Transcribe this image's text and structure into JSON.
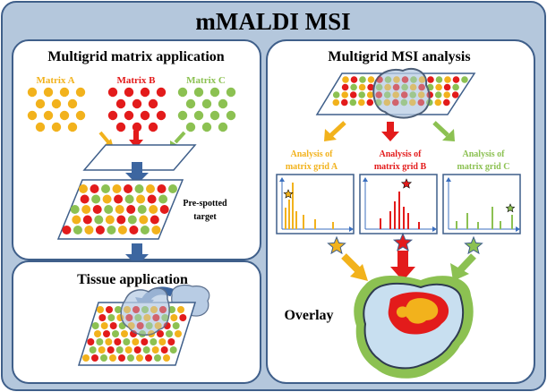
{
  "title": "mMALDI MSI",
  "panels": {
    "matrix_application": {
      "title": "Multigrid matrix application",
      "matrices": [
        {
          "label": "Matrix A",
          "color": "#f2b21c"
        },
        {
          "label": "Matrix B",
          "color": "#e31b1b"
        },
        {
          "label": "Matrix C",
          "color": "#8cc152"
        }
      ],
      "target_label_line1": "Pre-spotted",
      "target_label_line2": "target"
    },
    "tissue_application": {
      "title": "Tissue application"
    },
    "msi_analysis": {
      "title": "Multigrid MSI analysis",
      "grids": [
        {
          "line1": "Analysis of",
          "line2": "matrix grid A",
          "color": "#f2b21c"
        },
        {
          "line1": "Analysis of",
          "line2": "matrix grid B",
          "color": "#e31b1b"
        },
        {
          "line1": "Analysis of",
          "line2": "matrix grid C",
          "color": "#8cc152"
        }
      ],
      "overlay_label": "Overlay"
    }
  },
  "colors": {
    "background": "#b4c7dc",
    "border": "#3f5f8a",
    "arrow_blue": "#3d66a0",
    "tissue": "#b8cce4",
    "tissue_outline": "#5a6e8c",
    "axis": "#3b6fbf",
    "overlay_tissue": "#c8dff0"
  }
}
